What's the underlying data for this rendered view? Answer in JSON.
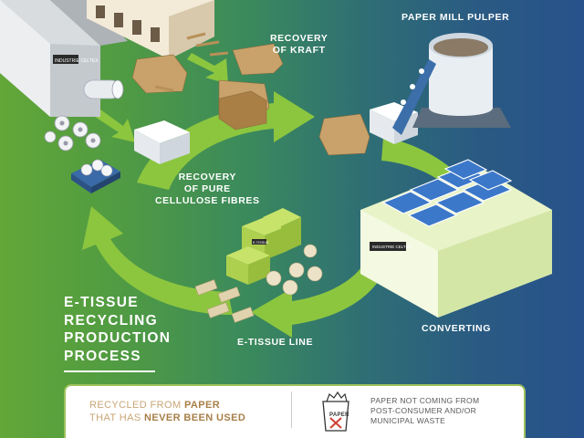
{
  "labels": {
    "recovery_kraft": [
      "RECOVERY",
      "OF KRAFT"
    ],
    "paper_mill_pulper": "PAPER MILL PULPER",
    "recovery_cellulose": [
      "RECOVERY",
      "OF PURE",
      "CELLULOSE FIBRES"
    ],
    "converting": "CONVERTING",
    "etissue_line": "E-TISSUE LINE"
  },
  "title_lines": [
    "E-TISSUE",
    "RECYCLING",
    "PRODUCTION",
    "PROCESS"
  ],
  "brand_text": "INDUSTRIE CELTEX",
  "box_brand": "E-TISSUE",
  "footer": {
    "left_line1_prefix": "RECYCLED FROM ",
    "left_line1_bold": "PAPER",
    "left_line2_prefix": "THAT HAS ",
    "left_line2_bold": "NEVER BEEN USED",
    "bag_label": "PAPER",
    "right_lines": [
      "PAPER NOT COMING FROM",
      "POST-CONSUMER AND/OR",
      "MUNICIPAL WASTE"
    ]
  },
  "colors": {
    "arrow_green": "#8cc63f",
    "mill_blue": "#27528c",
    "factory_cream": "#e8f3c8",
    "cardboard": "#c8a26a",
    "footer_border": "#9cc25b"
  },
  "icons": [
    "warehouse-icon",
    "old-factory-icon",
    "paper-mill-pulper-icon",
    "converting-factory-icon",
    "tissue-rolls-icon",
    "kraft-cardboard-icon",
    "cellulose-bale-icon",
    "e-tissue-boxes-icon",
    "paper-bag-icon",
    "cross-icon"
  ]
}
